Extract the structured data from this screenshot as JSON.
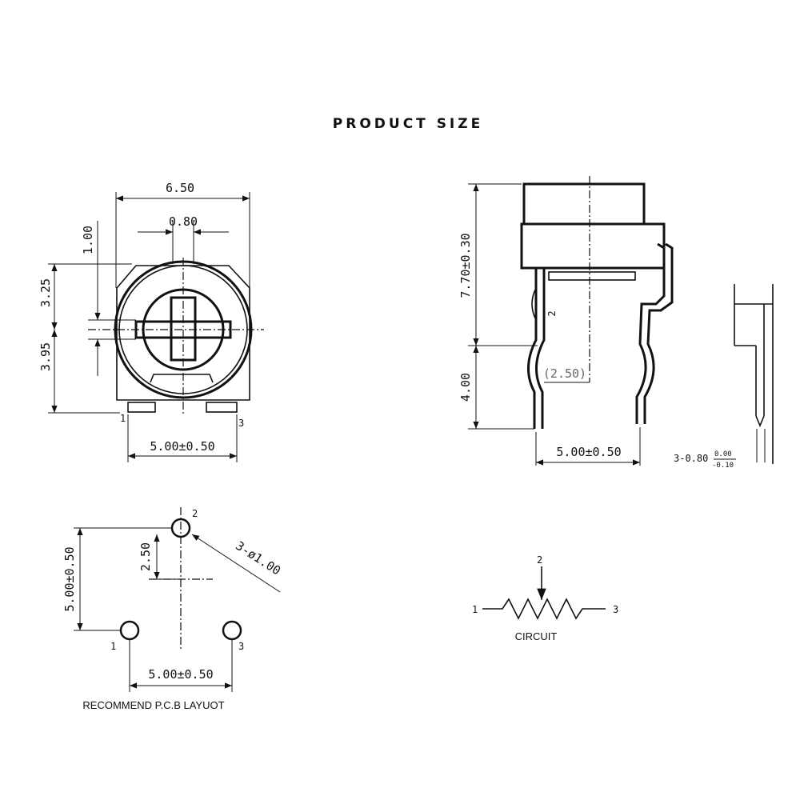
{
  "title": "PRODUCT SIZE",
  "top_view": {
    "width": "6.50",
    "slot": "0.80",
    "d_top": "1.00",
    "d_upper": "3.25",
    "d_lower": "3.95",
    "pin1": "1",
    "pin3": "3",
    "pitch": "5.00±0.50"
  },
  "side_view": {
    "height": "7.70±0.30",
    "pin_length": "4.00",
    "offset": "(2.50)",
    "pin2": "2",
    "pitch": "5.00±0.50"
  },
  "end_view": {
    "pin_width_main": "3-0.80",
    "tol_upper": "0.00",
    "tol_lower": "-0.10"
  },
  "pcb": {
    "pin1": "1",
    "pin2": "2",
    "pin3": "3",
    "vertical": "5.00±0.50",
    "offset": "2.50",
    "hole": "3-ø1.00",
    "pitch": "5.00±0.50",
    "caption": "RECOMMEND P.C.B LAYUOT"
  },
  "circuit": {
    "pin1": "1",
    "pin2": "2",
    "pin3": "3",
    "caption": "CIRCUIT"
  }
}
